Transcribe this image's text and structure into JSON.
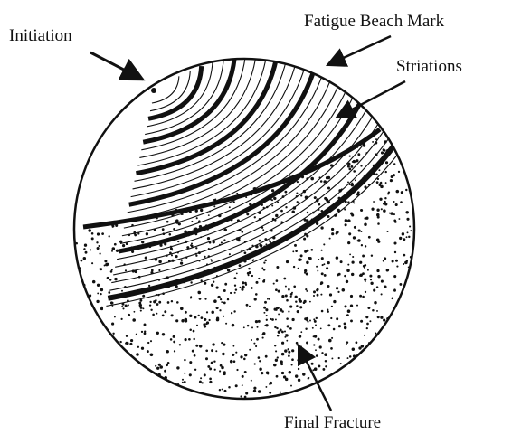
{
  "labels": {
    "initiation": "Initiation",
    "beach_mark": "Fatigue Beach Mark",
    "striations": "Striations",
    "final_fracture": "Final Fracture"
  },
  "colors": {
    "ink": "#111111",
    "background": "#ffffff"
  }
}
